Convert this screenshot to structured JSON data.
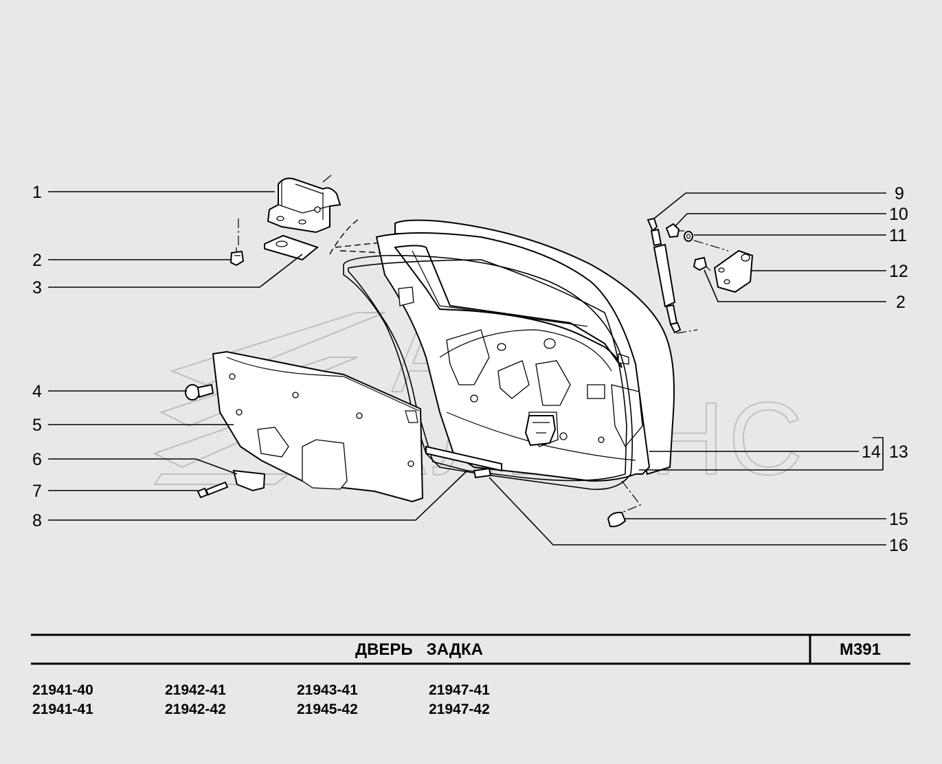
{
  "callouts": [
    {
      "num": "1"
    },
    {
      "num": "2"
    },
    {
      "num": "3"
    },
    {
      "num": "4"
    },
    {
      "num": "5"
    },
    {
      "num": "6"
    },
    {
      "num": "7"
    },
    {
      "num": "8"
    },
    {
      "num": "9"
    },
    {
      "num": "10"
    },
    {
      "num": "11"
    },
    {
      "num": "12"
    },
    {
      "num": "2"
    },
    {
      "num": "14"
    },
    {
      "num": "13"
    },
    {
      "num": "15"
    },
    {
      "num": "16"
    }
  ],
  "watermark": {
    "line1": "АВТО",
    "line2": "АЛЬЯНС"
  },
  "title_block": {
    "title": "ДВЕРЬ   ЗАДКА",
    "code": "M391"
  },
  "models": [
    [
      "21941-40",
      "21941-41"
    ],
    [
      "21942-41",
      "21942-42"
    ],
    [
      "21943-41",
      "21945-42"
    ],
    [
      "21947-41",
      "21947-42"
    ]
  ]
}
